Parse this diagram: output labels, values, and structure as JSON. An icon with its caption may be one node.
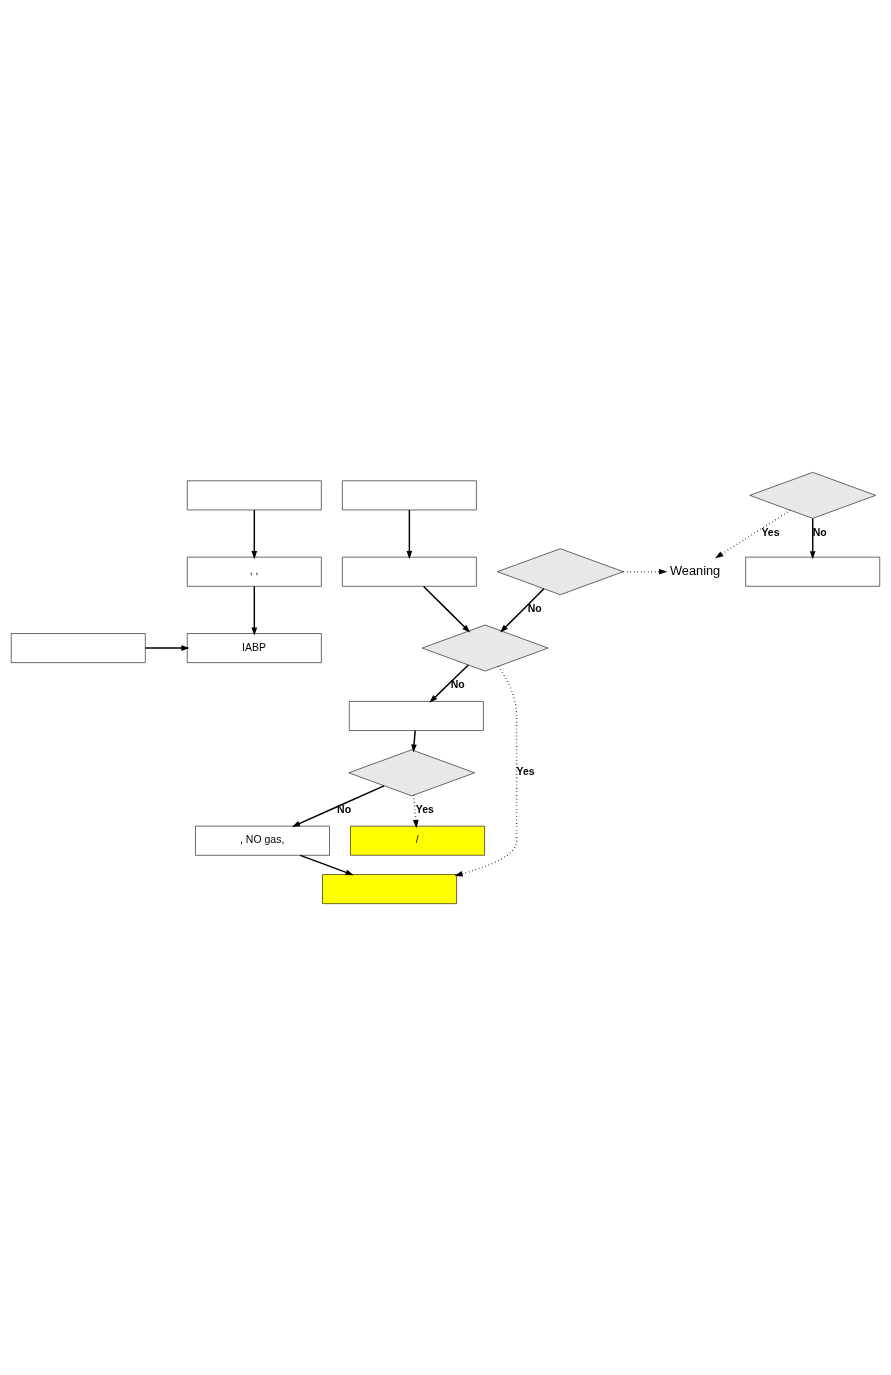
{
  "diagram": {
    "nodes": [
      {
        "text": [],
        "shape": "box"
      },
      {
        "text": [
          ", ,"
        ]
      },
      {
        "text": [],
        "shape": "box"
      },
      {
        "text": [],
        "shape": "box"
      },
      {
        "text": [
          "IABP"
        ]
      },
      {
        "text": [],
        "shape": "box"
      },
      {
        "text": [],
        "shape": "diamond"
      },
      {
        "text": [
          "Weaning"
        ]
      },
      {
        "text": [],
        "shape": "box"
      },
      {
        "text": [],
        "shape": "diamond"
      },
      {
        "text": [],
        "shape": "diamond"
      },
      {
        "text": [],
        "shape": "box"
      },
      {
        "text": [],
        "shape": "box"
      },
      {
        "text": [],
        "shape": "diamond"
      },
      {
        "text": [
          ", NO gas,"
        ]
      },
      {
        "text": [
          "/"
        ]
      }
    ],
    "edges": [
      {
        "from": 0,
        "to": 1,
        "arrow": "to"
      },
      {
        "from": 2,
        "to": 3,
        "arrow": "to"
      },
      {
        "from": 1,
        "to": 4,
        "arrow": "to"
      },
      {
        "from": 5,
        "to": 4,
        "arrow": "to"
      },
      {
        "from": 3,
        "to": 10,
        "arrow": "to"
      },
      {
        "from": 6,
        "to": 7,
        "arrow": "to",
        "label": "Yes",
        "style": "dashed"
      },
      {
        "from": 6,
        "to": 8,
        "arrow": "to",
        "label": "No"
      },
      {
        "from": 9,
        "to": 7,
        "arrow": "to",
        "style": "dashed"
      },
      {
        "from": 9,
        "to": 10,
        "arrow": "to",
        "label": "No"
      },
      {
        "from": 10,
        "to": 11,
        "arrow": "to",
        "label": "No"
      },
      {
        "from": 10,
        "to": 12,
        "arrow": "to",
        "label": "Yes",
        "style": "dashed"
      },
      {
        "from": 11,
        "to": 13,
        "arrow": "to"
      },
      {
        "from": 13,
        "to": 14,
        "arrow": "to",
        "label": "No"
      },
      {
        "from": 13,
        "to": 15,
        "arrow": "to",
        "label": "Yes",
        "style": "dashed"
      },
      {
        "from": 14,
        "to": 12,
        "arrow": "to"
      }
    ]
  }
}
